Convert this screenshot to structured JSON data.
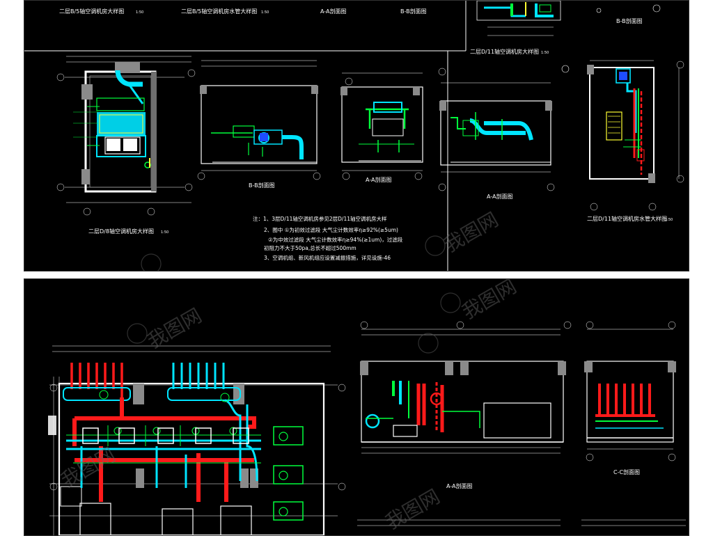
{
  "top_panel": {
    "titles": {
      "d5_large": "二层B/5轴空调机房大样图",
      "d5_pipe": "二层B/5轴空调机房水管大样图",
      "aa_section_top": "A-A剖面图",
      "bb_section_top": "B-B剖面图",
      "d11_large": "二层D/11轴空调机房大样图",
      "bb_section_right": "B-B剖面图",
      "d8_large": "二层D/8轴空调机房大样图",
      "bb_section": "B-B剖面图",
      "aa_section": "A-A剖面图",
      "aa_section_right": "A-A剖面图",
      "d11_pipe": "二层D/11轴空调机房水管大样图"
    },
    "scales": {
      "s1": "1:50",
      "s2": "1:50",
      "s3": "1:50",
      "s4": "1:50",
      "s5": "1:50"
    },
    "notes": [
      "注：1、3层D/11轴空调机房参见2层D/11轴空调机房大样",
      "2、图中 ①为初效过滤段 大气尘计数效率η≥92%(≥5um)",
      "②为中效过滤段 大气尘计数效率η≥94%(≥1um)，过滤段",
      "初阻力不大于50pa,总长不超过500mm",
      "3、空调机组、新风机组应设置减振措施，详见设施-46"
    ]
  },
  "bottom_panel": {
    "titles": {
      "aa_section": "A-A剖面图",
      "cc_section": "C-C剖面图"
    }
  },
  "watermark": "我图网",
  "colors": {
    "background": "#000000",
    "wall": "#ffffff",
    "chilled": "#ff1a1a",
    "green": "#00ff3c",
    "cyan": "#00e5ff",
    "yellow": "#ffff33",
    "blue": "#1e4dff",
    "gray": "#8a8a8a"
  }
}
